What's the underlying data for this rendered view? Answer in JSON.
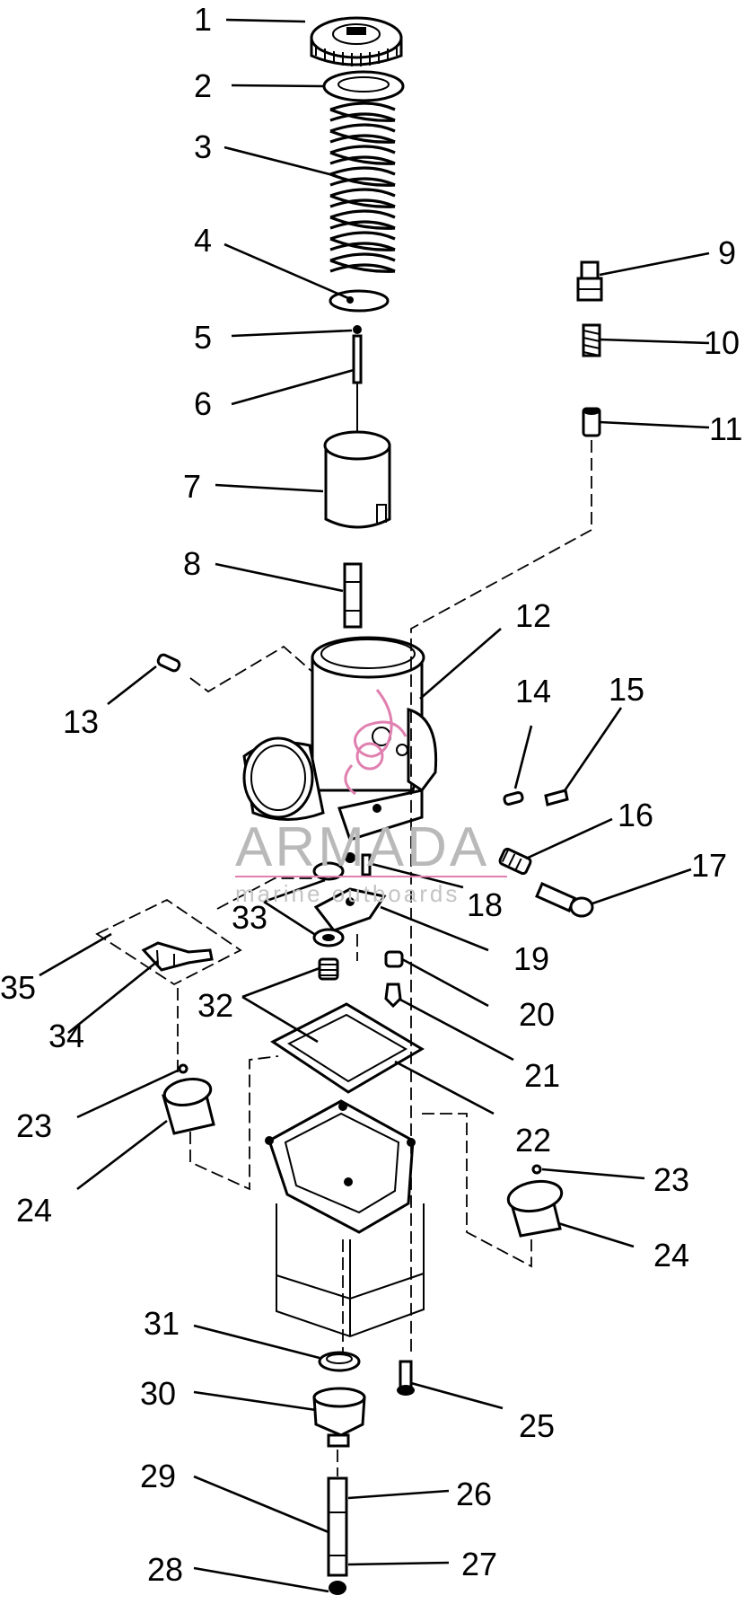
{
  "watermark": {
    "brand": "ARMADA",
    "tagline": "marine outboards",
    "color": "#e080b0"
  },
  "callouts": [
    "1",
    "2",
    "3",
    "4",
    "5",
    "6",
    "7",
    "8",
    "9",
    "10",
    "11",
    "12",
    "13",
    "14",
    "15",
    "16",
    "17",
    "18",
    "19",
    "20",
    "21",
    "22",
    "23",
    "24",
    "23",
    "24",
    "25",
    "26",
    "27",
    "28",
    "29",
    "30",
    "31",
    "32",
    "33",
    "34",
    "35"
  ]
}
